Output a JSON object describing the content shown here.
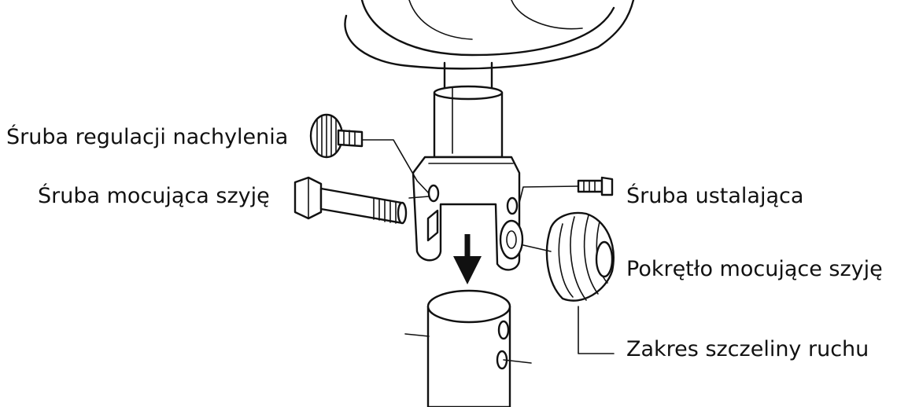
{
  "labels": {
    "tilt_screw": "Śruba regulacji nachylenia",
    "neck_bolt": "Śruba mocująca szyję",
    "set_screw": "Śruba ustalająca",
    "neck_knob": "Pokrętło mocujące szyję",
    "slot_range": "Zakres szczeliny ruchu"
  },
  "colors": {
    "ink": "#111111",
    "background": "#ffffff"
  }
}
